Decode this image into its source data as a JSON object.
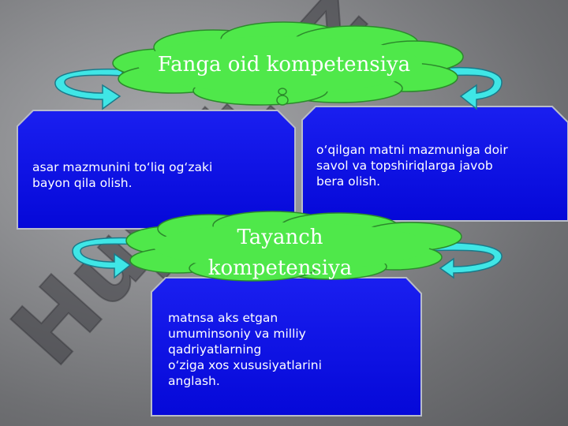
{
  "slide": {
    "top_cloud_title": "Fanga oid  kompetensiya",
    "bottom_cloud_title_line1": "Tayanch",
    "bottom_cloud_title_line2": "kompetensiya",
    "box_left_text": "asar mazmunini to‘liq og‘zaki\nbayon qila olish.",
    "box_right_text": "o‘qilgan matni mazmuniga doir\nsavol va topshiriqlarga javob\nbera olish.",
    "box_bottom_text": " matnsa aks etgan\numuminsoniy va milliy\nqadriyatlarning\no‘ziga xos xususiyatlarini\nanglash.",
    "watermark": "Hujjat.uz"
  },
  "colors": {
    "cloud_fill": "#4fe84a",
    "box_fill": "#0a10e8",
    "arrow_fill": "#3fe6e6",
    "watermark": "#3a3a40"
  }
}
